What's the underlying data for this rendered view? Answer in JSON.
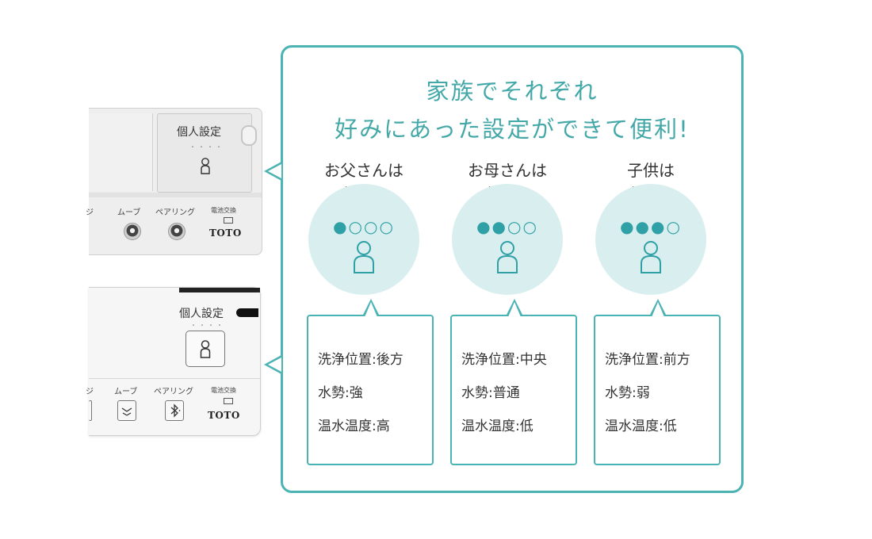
{
  "remote_top": {
    "personal_label": "個人設定",
    "dots": "・・・・",
    "btn_labels": [
      "ジ",
      "ムーブ",
      "ペアリング"
    ],
    "battery_label": "電池交換",
    "brand": "TOTO"
  },
  "remote_bottom": {
    "personal_label": "個人設定",
    "dots": "・・・・",
    "btn_labels": [
      "ジ",
      "ムーブ",
      "ペアリング"
    ],
    "battery_label": "電池交換",
    "brand": "TOTO"
  },
  "panel": {
    "headline_line1": "家族でそれぞれ",
    "headline_line2": "好みにあった設定ができて便利!",
    "accent_color": "#4bb3b3",
    "columns": [
      {
        "who": "お父さんは",
        "setting": "設定1",
        "dots": "●○○○",
        "specs": [
          "洗浄位置:後方",
          "水勢:強",
          "温水温度:高"
        ]
      },
      {
        "who": "お母さんは",
        "setting": "設定2",
        "dots": "●●○○",
        "specs": [
          "洗浄位置:中央",
          "水勢:普通",
          "温水温度:低"
        ]
      },
      {
        "who": "子供は",
        "setting": "設定3",
        "dots": "●●●○",
        "specs": [
          "洗浄位置:前方",
          "水勢:弱",
          "温水温度:低"
        ]
      }
    ]
  }
}
